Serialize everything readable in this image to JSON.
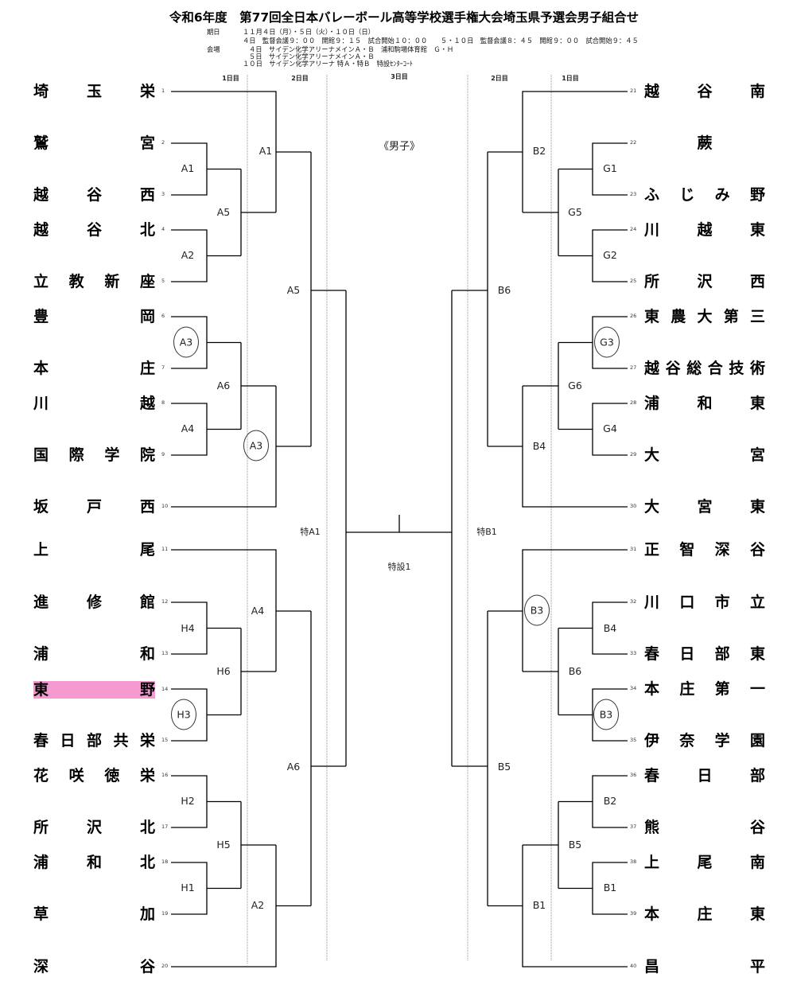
{
  "title": "令和6年度　第77回全日本バレーボール高等学校選手権大会埼玉県予選会男子組合せ",
  "schedule": {
    "dates_label": "期日",
    "dates": "１１月４日（月）・５日（火）・１０日（日）",
    "times": "４日　監督会議９：００　開館９：１５　試合開始１０：００　　５・１０日　監督会議８：４５　開館９：００　試合開始９：４５",
    "venue_label": "会場",
    "venues": [
      "４日　サイデン化学アリーナメインＡ・Ｂ　浦和駒場体育館　Ｇ・Ｈ",
      "５日　サイデン化学アリーナメインＡ・Ｂ",
      "１０日　サイデン化学アリーナ 特Ａ・特Ｂ　特設ｾﾝﾀｰｺｰﾄ"
    ]
  },
  "day_headers": [
    "1日目",
    "2日目",
    "3日目",
    "2日目",
    "1日目"
  ],
  "division": "《男子》",
  "colors": {
    "highlight": "#f49ad1",
    "line": "#000000"
  },
  "teams_left": [
    {
      "seed": "1",
      "name": "埼玉栄"
    },
    {
      "seed": "2",
      "name": "鷲宮"
    },
    {
      "seed": "3",
      "name": "越谷西"
    },
    {
      "seed": "4",
      "name": "越谷北"
    },
    {
      "seed": "5",
      "name": "立教新座"
    },
    {
      "seed": "6",
      "name": "豊岡"
    },
    {
      "seed": "7",
      "name": "本庄"
    },
    {
      "seed": "8",
      "name": "川越"
    },
    {
      "seed": "9",
      "name": "国際学院"
    },
    {
      "seed": "10",
      "name": "坂戸西"
    },
    {
      "seed": "11",
      "name": "上尾"
    },
    {
      "seed": "12",
      "name": "進修館"
    },
    {
      "seed": "13",
      "name": "浦和"
    },
    {
      "seed": "14",
      "name": "東野",
      "highlighted": true
    },
    {
      "seed": "15",
      "name": "春日部共栄"
    },
    {
      "seed": "16",
      "name": "花咲徳栄"
    },
    {
      "seed": "17",
      "name": "所沢北"
    },
    {
      "seed": "18",
      "name": "浦和北"
    },
    {
      "seed": "19",
      "name": "草加"
    },
    {
      "seed": "20",
      "name": "深谷"
    }
  ],
  "teams_right": [
    {
      "seed": "21",
      "name": "越谷南"
    },
    {
      "seed": "22",
      "name": "蕨"
    },
    {
      "seed": "23",
      "name": "ふじみ野"
    },
    {
      "seed": "24",
      "name": "川越東"
    },
    {
      "seed": "25",
      "name": "所沢西"
    },
    {
      "seed": "26",
      "name": "東農大第三"
    },
    {
      "seed": "27",
      "name": "越谷総合技術"
    },
    {
      "seed": "28",
      "name": "浦和東"
    },
    {
      "seed": "29",
      "name": "大宮"
    },
    {
      "seed": "30",
      "name": "大宮東"
    },
    {
      "seed": "31",
      "name": "正智深谷"
    },
    {
      "seed": "32",
      "name": "川口市立"
    },
    {
      "seed": "33",
      "name": "春日部東"
    },
    {
      "seed": "34",
      "name": "本庄第一"
    },
    {
      "seed": "35",
      "name": "伊奈学園"
    },
    {
      "seed": "36",
      "name": "春日部"
    },
    {
      "seed": "37",
      "name": "熊谷"
    },
    {
      "seed": "38",
      "name": "上尾南"
    },
    {
      "seed": "39",
      "name": "本庄東"
    },
    {
      "seed": "40",
      "name": "昌平"
    }
  ],
  "bracket": {
    "left": {
      "round1": [
        {
          "label": "A1",
          "circled": false
        },
        {
          "label": "A2",
          "circled": false
        },
        {
          "label": "A3",
          "circled": true
        },
        {
          "label": "A4",
          "circled": false
        },
        {
          "label": "H4",
          "circled": false
        },
        {
          "label": "H3",
          "circled": true
        },
        {
          "label": "H2",
          "circled": false
        },
        {
          "label": "H1",
          "circled": false
        }
      ],
      "round2": [
        {
          "label": "A5",
          "circled": false
        },
        {
          "label": "A6",
          "circled": false
        },
        {
          "label": "H6",
          "circled": false
        },
        {
          "label": "H5",
          "circled": false
        }
      ],
      "round3": [
        {
          "label": "A1",
          "circled": false
        },
        {
          "label": "A3",
          "circled": true
        },
        {
          "label": "A4",
          "circled": false
        },
        {
          "label": "A2",
          "circled": false
        }
      ],
      "round4": [
        {
          "label": "A5",
          "circled": false
        },
        {
          "label": "A6",
          "circled": false
        }
      ],
      "semifinal": {
        "label": "特A1"
      }
    },
    "right": {
      "round1": [
        {
          "label": "G1",
          "circled": false
        },
        {
          "label": "G2",
          "circled": false
        },
        {
          "label": "G3",
          "circled": true
        },
        {
          "label": "G4",
          "circled": false
        },
        {
          "label": "B4",
          "circled": false
        },
        {
          "label": "B3",
          "circled": true
        },
        {
          "label": "B2",
          "circled": false
        },
        {
          "label": "B1",
          "circled": false
        }
      ],
      "round2": [
        {
          "label": "G5",
          "circled": false
        },
        {
          "label": "G6",
          "circled": false
        },
        {
          "label": "B6",
          "circled": false
        },
        {
          "label": "B5",
          "circled": false
        }
      ],
      "round3": [
        {
          "label": "B2",
          "circled": false
        },
        {
          "label": "B4",
          "circled": false
        },
        {
          "label": "B3",
          "circled": true
        },
        {
          "label": "B1",
          "circled": false
        }
      ],
      "round4": [
        {
          "label": "B6",
          "circled": false
        },
        {
          "label": "B5",
          "circled": false
        }
      ],
      "semifinal": {
        "label": "特B1"
      }
    },
    "final": {
      "label": "特設1"
    }
  }
}
